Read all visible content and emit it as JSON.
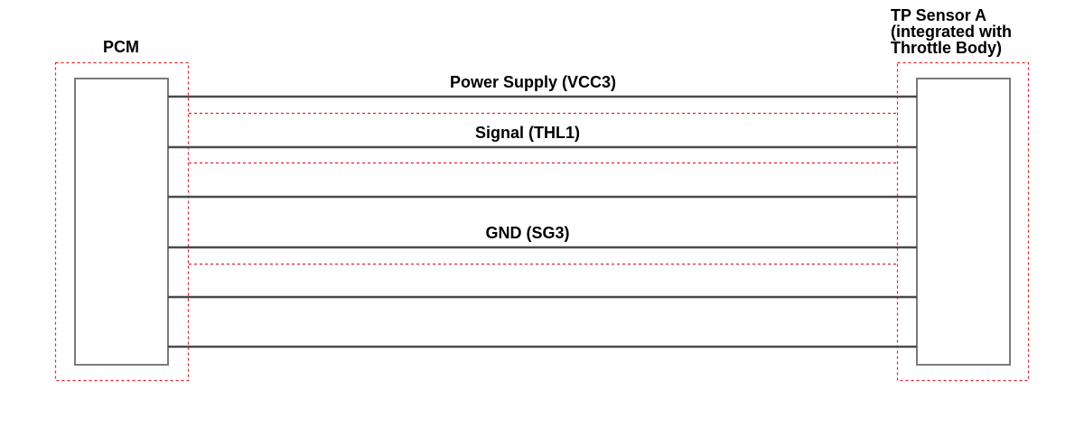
{
  "pcm": {
    "label": "PCM"
  },
  "sensor": {
    "label_lines": [
      "TP Sensor A",
      "(integrated with",
      "Throttle Body)"
    ]
  },
  "wires": {
    "power_supply": "Power Supply (VCC3)",
    "signal": "Signal (THL1)",
    "ground": "GND (SG3)"
  },
  "colors": {
    "wire": "#4a4a4a",
    "connector_border": "#7a7a7a",
    "dashed_highlight": "#e8212a",
    "text": "#000000"
  }
}
